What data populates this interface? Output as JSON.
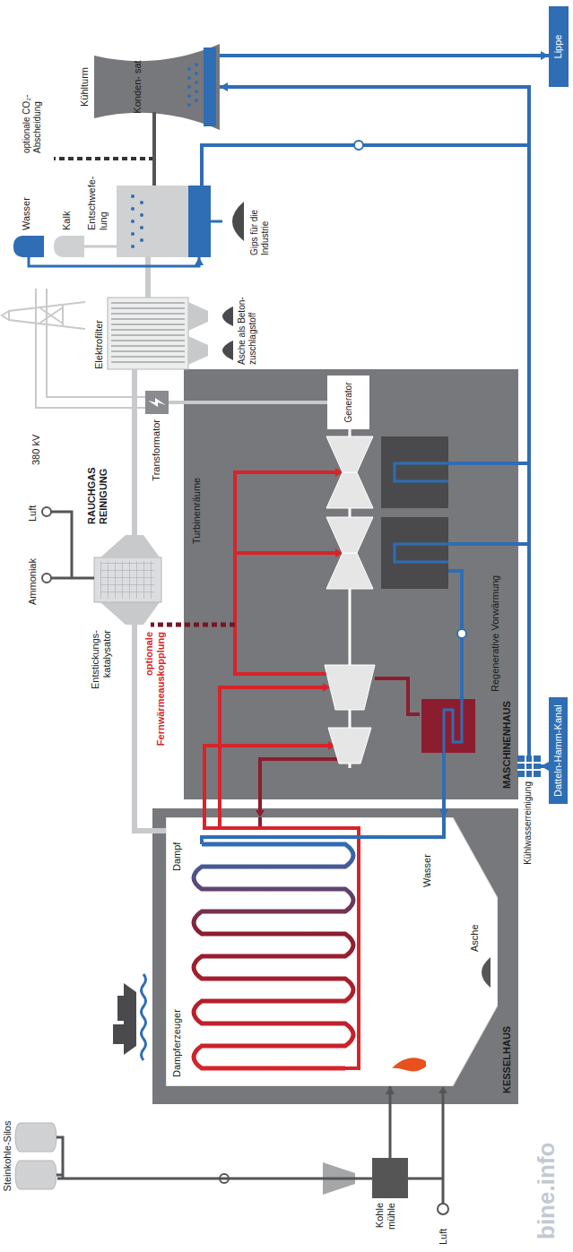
{
  "diagram": {
    "nodes": [
      {
        "text": [
          "KESSELHAUS"
        ]
      },
      {
        "text": [
          "Dampferzeuger",
          "Dampf",
          "Wasser",
          "Asche"
        ],
        "in": 0
      },
      {
        "text": [
          "MASCHINENHAUS",
          "Turbinenräume"
        ]
      },
      {
        "text": [
          "Regenerative Vorwärmung"
        ],
        "in": 2
      },
      {
        "text": [
          "Generator"
        ],
        "in": 2
      },
      {
        "text": [
          "Transformator"
        ]
      },
      {
        "text": [
          "Entstickungs- katalysator"
        ]
      },
      {
        "text": [
          "Elektrofilter"
        ]
      },
      {
        "text": [
          "Entschwefe- lung"
        ]
      },
      {
        "text": [
          "Kühlturm",
          "Konden- sat"
        ]
      },
      {
        "text": [
          "Lippe"
        ]
      },
      {
        "text": [
          "Datteln-Hamm-Kanal"
        ]
      },
      {
        "text": [
          "Kühlwasserreinigung"
        ]
      },
      {
        "text": [
          "Steinkohle-Silos"
        ]
      },
      {
        "text": [
          "Kohle mühle"
        ]
      },
      {
        "text": [
          "Kalk"
        ]
      },
      {
        "text": [
          "Wasser"
        ]
      }
    ],
    "edges": [
      {
        "from": 13,
        "to": 14,
        "arrow": "none"
      },
      {
        "from": 14,
        "to": 1,
        "arrow": "to"
      },
      {
        "from": 1,
        "to": 6,
        "arrow": "none"
      },
      {
        "from": 6,
        "to": 7,
        "arrow": "none"
      },
      {
        "from": 7,
        "to": 8,
        "arrow": "none"
      },
      {
        "from": 8,
        "to": 9,
        "arrow": "none"
      },
      {
        "from": 4,
        "to": 5,
        "arrow": "none"
      },
      {
        "from": 15,
        "to": 8,
        "arrow": "none"
      },
      {
        "from": 16,
        "to": 8,
        "arrow": "to"
      },
      {
        "from": 11,
        "to": 12,
        "arrow": "to"
      },
      {
        "from": 12,
        "to": 9,
        "arrow": "to"
      },
      {
        "from": 9,
        "to": 10,
        "arrow": "to"
      },
      {
        "from": 3,
        "to": 1,
        "arrow": "to"
      }
    ],
    "labels": [
      "380 kV",
      "optionale Fernwärmeauskopplung",
      "Ammoniak",
      "Luft",
      "RAUCHGAS REINIGUNG",
      "Asche als Beton- zuschlagstoff",
      "optionale CO₂-Abscheidung",
      "Gips für die Industrie",
      "Luft",
      "bine.info"
    ]
  }
}
